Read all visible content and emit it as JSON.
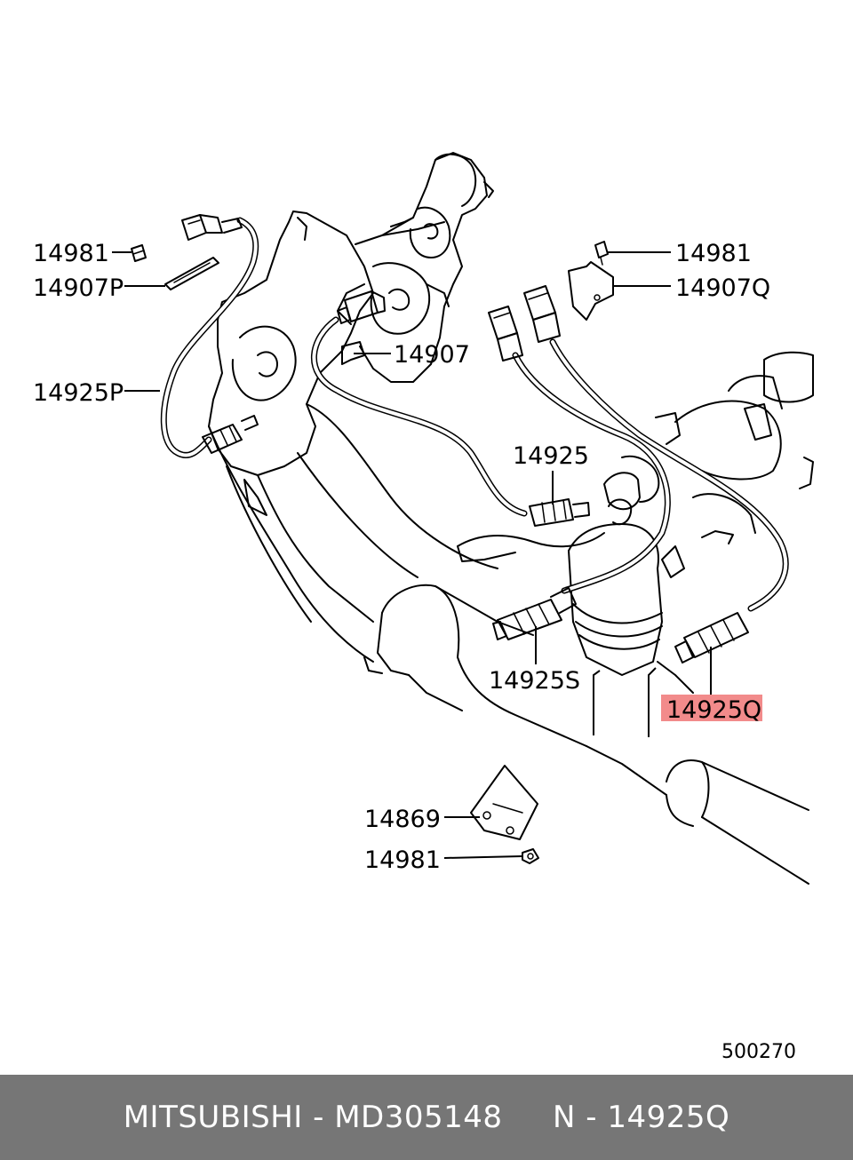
{
  "diagram": {
    "callouts": [
      {
        "id": "14981-top-left",
        "text": "14981"
      },
      {
        "id": "14907P",
        "text": "14907P"
      },
      {
        "id": "14925P",
        "text": "14925P"
      },
      {
        "id": "14907",
        "text": "14907"
      },
      {
        "id": "14925",
        "text": "14925"
      },
      {
        "id": "14925S",
        "text": "14925S"
      },
      {
        "id": "14925Q",
        "text": "14925Q",
        "highlighted": true
      },
      {
        "id": "14981-top-right",
        "text": "14981"
      },
      {
        "id": "14907Q",
        "text": "14907Q"
      },
      {
        "id": "14869",
        "text": "14869"
      },
      {
        "id": "14981-bottom",
        "text": "14981"
      }
    ],
    "drawing_number": "500270",
    "highlight_color": "#f28b8b"
  },
  "footer": {
    "text": "MITSUBISHI - MD305148     N - 14925Q",
    "background": "#767676",
    "text_color": "#ffffff"
  }
}
